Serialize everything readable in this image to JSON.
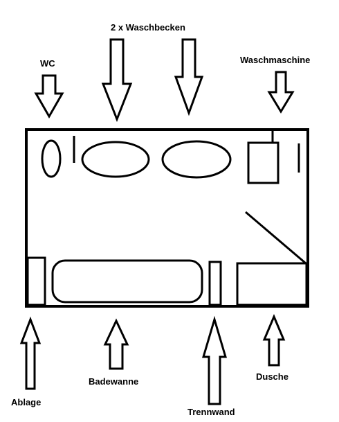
{
  "labels": {
    "sinks": "2 x Waschbecken",
    "wc": "WC",
    "washing_machine": "Waschmaschine",
    "shelf": "Ablage",
    "bathtub": "Badewanne",
    "partition": "Trennwand",
    "shower": "Dusche"
  },
  "colors": {
    "stroke": "#000000",
    "background": "#ffffff"
  }
}
